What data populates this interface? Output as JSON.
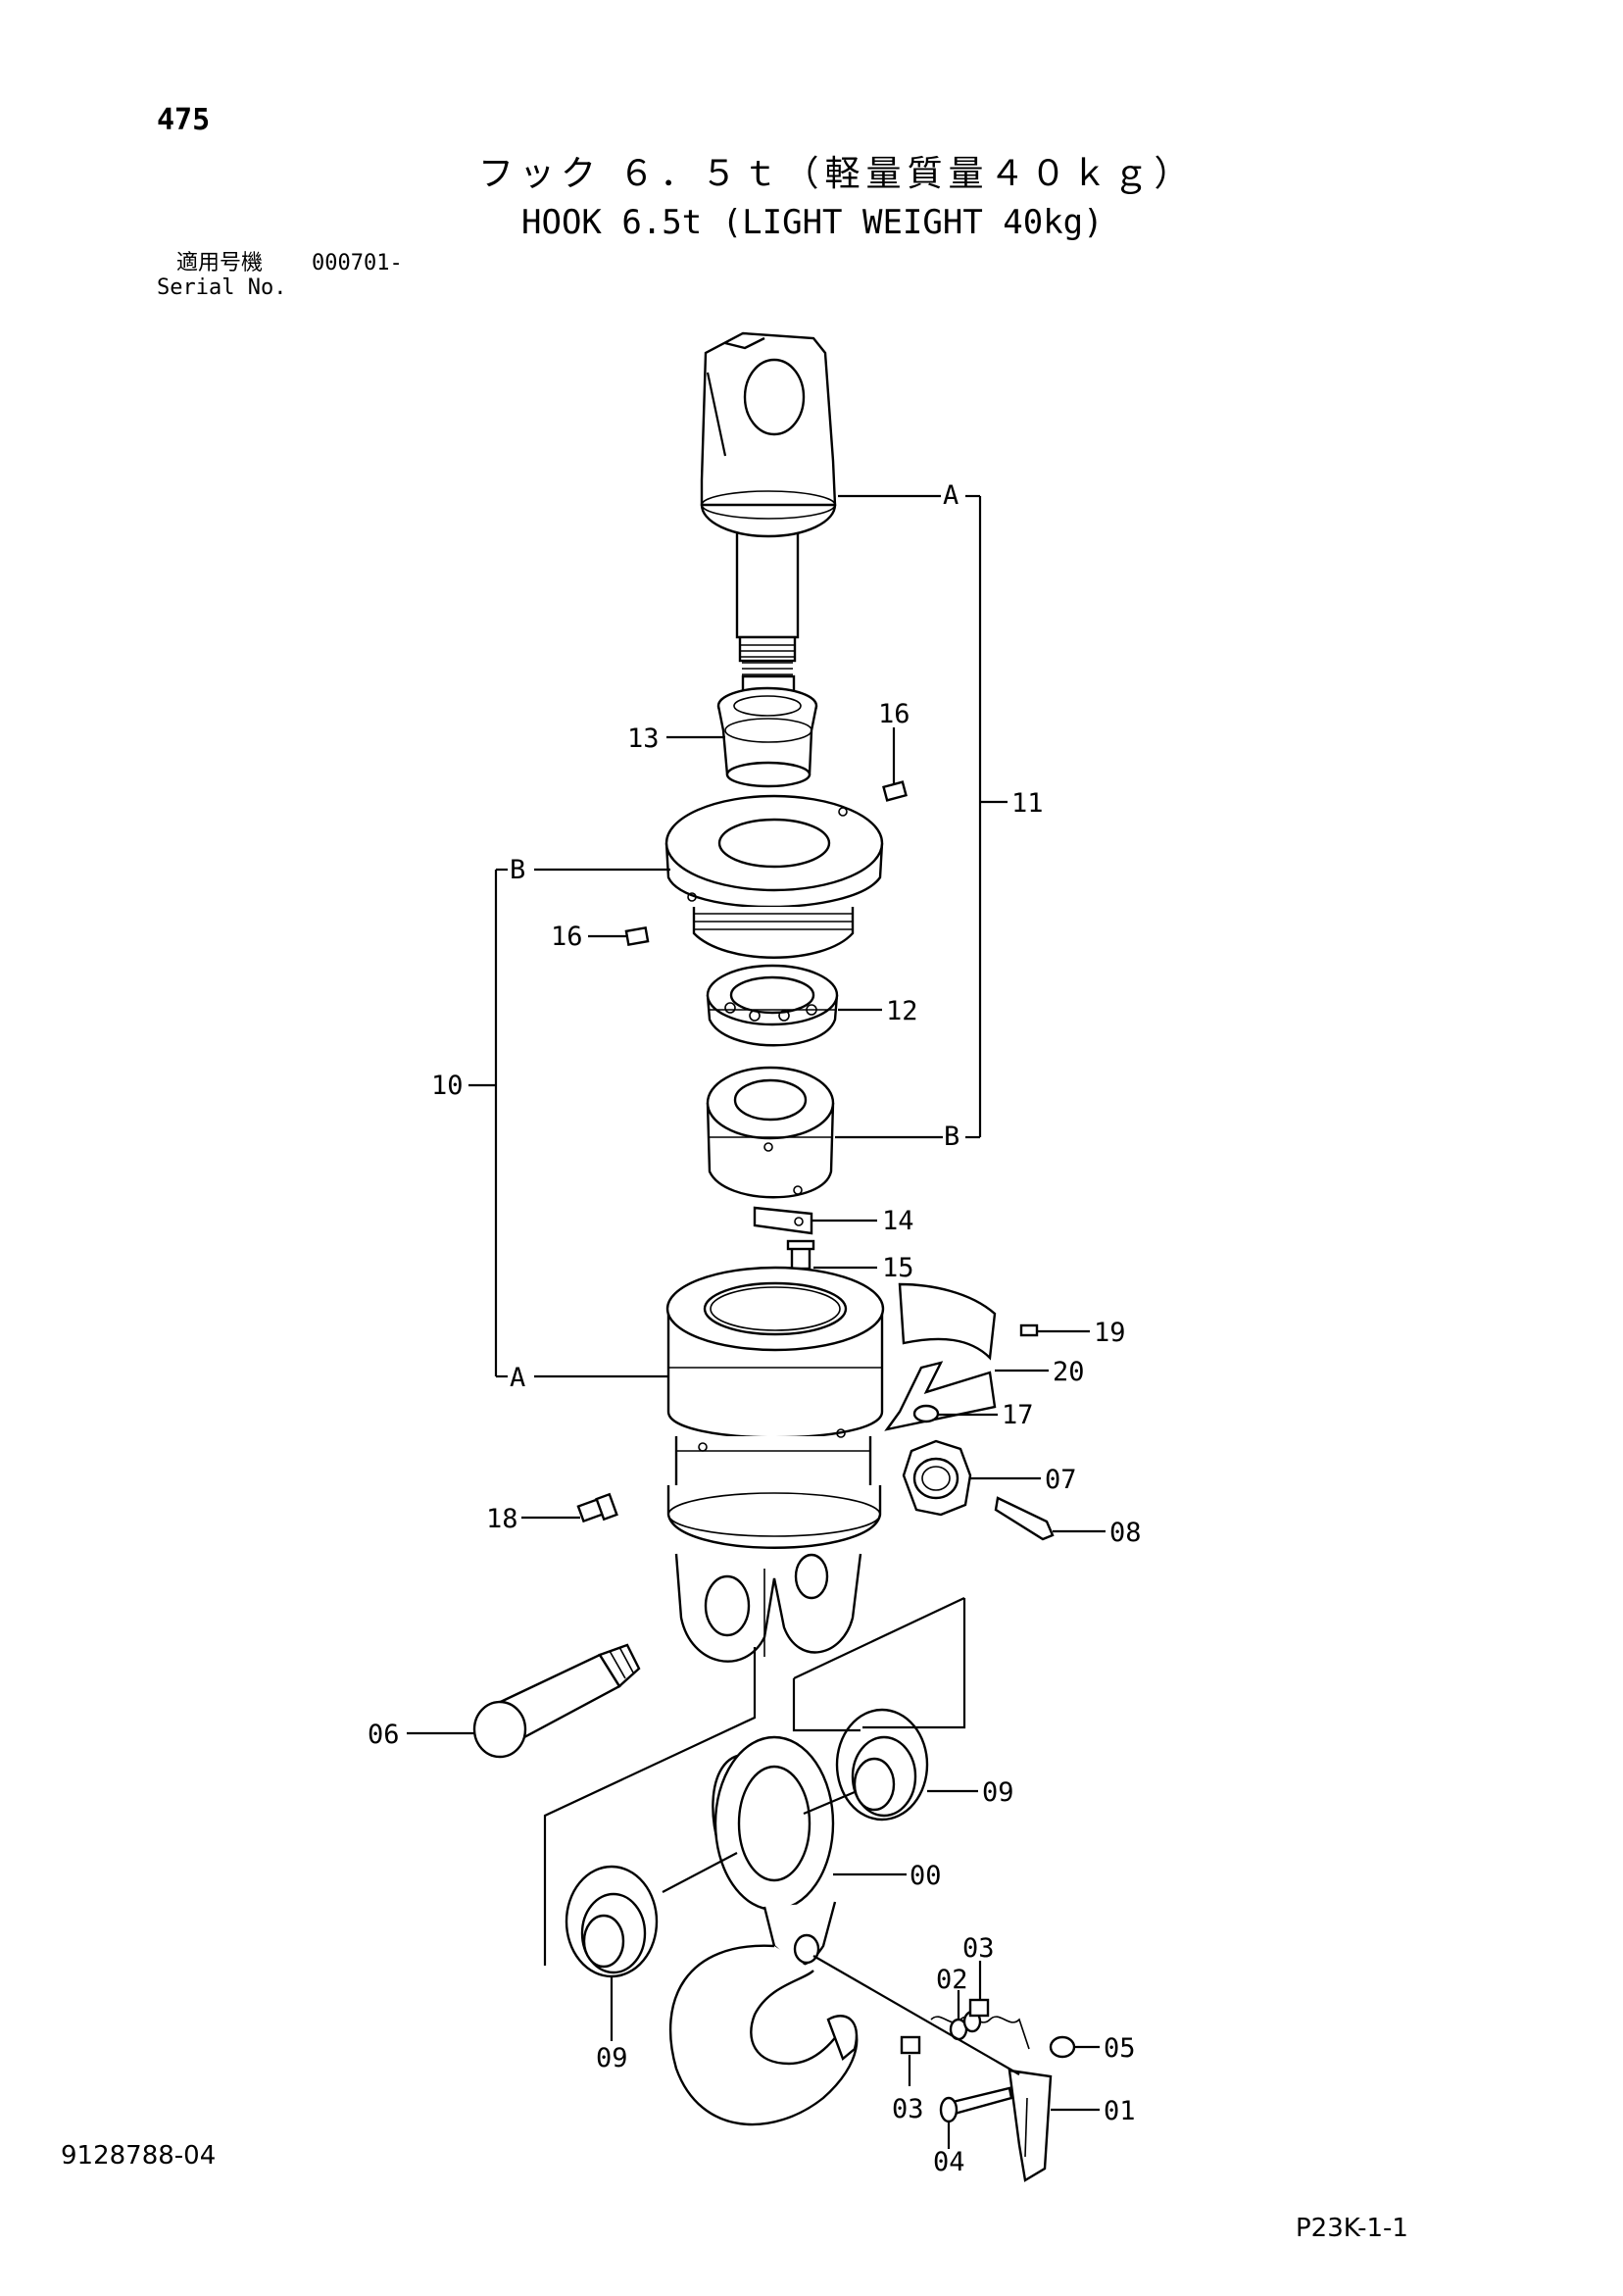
{
  "header": {
    "page_number": "475",
    "title_jp": "フック ６．５ｔ（軽量質量４０ｋｇ）",
    "title_en": "HOOK 6.5t (LIGHT WEIGHT 40kg)",
    "serial_label_jp": "適用号機",
    "serial_value": "000701-",
    "serial_label_en": "Serial No."
  },
  "footer": {
    "document_number": "9128788-04",
    "page_reference": "P23K-1-1"
  },
  "callouts": {
    "c00": "00",
    "c01": "01",
    "c02": "02",
    "c03a": "03",
    "c03b": "03",
    "c04": "04",
    "c05": "05",
    "c06": "06",
    "c07": "07",
    "c08": "08",
    "c09a": "09",
    "c09b": "09",
    "c10": "10",
    "c11": "11",
    "c12": "12",
    "c13": "13",
    "c14": "14",
    "c15": "15",
    "c16a": "16",
    "c16b": "16",
    "c17": "17",
    "c18": "18",
    "c19": "19",
    "c20": "20",
    "refA_top": "A",
    "refA_bottom": "A",
    "refB_top": "B",
    "refB_bottom": "B"
  }
}
